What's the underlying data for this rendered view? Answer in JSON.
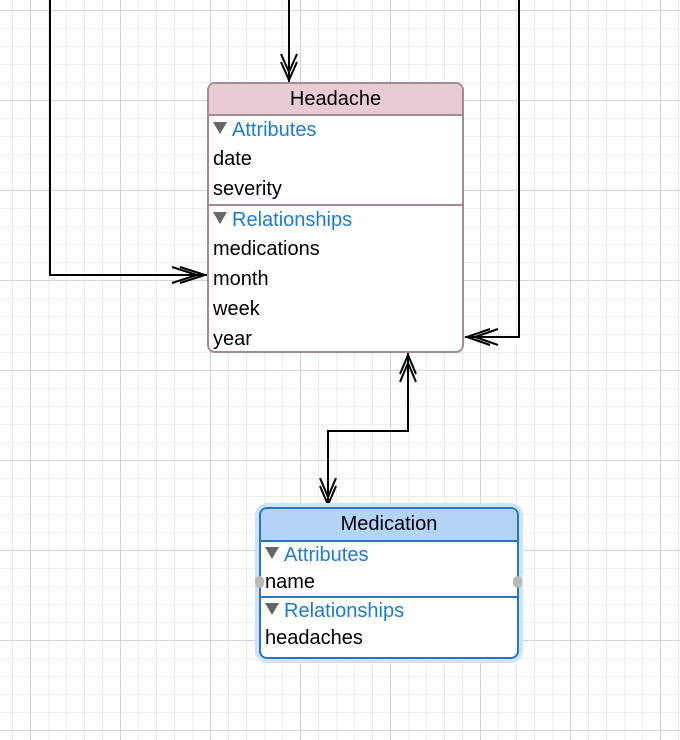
{
  "entities": {
    "headache": {
      "name": "Headache",
      "attributes_header": "Attributes",
      "attributes": [
        "date",
        "severity"
      ],
      "relationships_header": "Relationships",
      "relationships": [
        "medications",
        "month",
        "week",
        "year"
      ]
    },
    "medication": {
      "name": "Medication",
      "attributes_header": "Attributes",
      "attributes": [
        "name"
      ],
      "relationships_header": "Relationships",
      "relationships": [
        "headaches"
      ]
    }
  },
  "colors": {
    "headache_header": "#e9ccd2",
    "headache_border": "#a48a92",
    "medication_header": "#b2d4f7",
    "medication_border": "#2a74c4",
    "section_header_text": "#1c7cd5"
  }
}
